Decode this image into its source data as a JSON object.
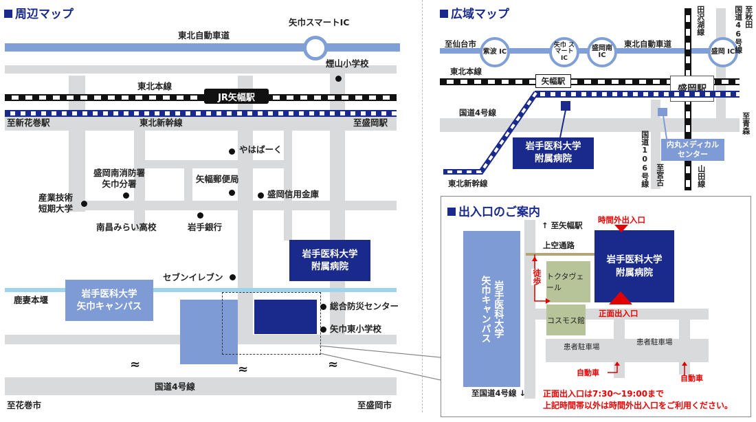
{
  "nearby": {
    "title": "周辺マップ",
    "expressway": "東北自動車道",
    "smart_ic": "矢巾スマートIC",
    "school_kemuriyama": "煙山小学校",
    "tohoku_line": "東北本線",
    "station": "JR矢幅駅",
    "shinkansen": "東北新幹線",
    "to_shinhanamaki": "至新花巻駅",
    "to_morioka_sta": "至盛岡駅",
    "yahapark": "やはぱーく",
    "fire_station": "盛岡南消防署\n矢巾分署",
    "post_office": "矢幅郵便局",
    "shinkin": "盛岡信用金庫",
    "tech_college": "産業技術\n短期大学",
    "nansho_hs": "南昌みらい高校",
    "iwate_bank": "岩手銀行",
    "seven_eleven": "セブンイレブン",
    "hospital": "岩手医科大学\n附属病院",
    "campus": "岩手医科大学\n矢巾キャンパス",
    "river": "鹿妻本堰",
    "disaster_center": "総合防災センター",
    "yahaba_east_es": "矢巾東小学校",
    "route4": "国道4号線",
    "to_hanamaki": "至花巻市",
    "to_morioka_city": "至盛岡市",
    "wave": "≈"
  },
  "wide": {
    "title": "広域マップ",
    "to_sendai": "至仙台市",
    "shiwa_ic": "紫波\nIC",
    "yahaba_smart_ic": "矢巾\nスマート\nIC",
    "moriokaminami_ic": "盛岡南\nIC",
    "morioka_ic": "盛岡\nIC",
    "expressway": "東北自動車道",
    "tazawako_line": "田沢湖線",
    "to_akita": "至秋田",
    "route46": "国道46号線",
    "tohoku_line": "東北本線",
    "yahaba_sta": "矢幅駅",
    "morioka_sta": "盛岡駅",
    "route4": "国道4号線",
    "to_aomori": "至青森",
    "hospital": "岩手医科大学\n附属病院",
    "uchimaru": "内丸メディカル\nセンター",
    "route106": "国道106号線",
    "to_miyako": "至宮古",
    "yamada_line": "山田線",
    "shinkansen": "東北新幹線"
  },
  "entrance": {
    "title": "出入口のご案内",
    "to_yahaba": "↑ 至矢幅駅",
    "after_hours": "時間外出入口",
    "skyway": "上空通路",
    "hospital": "岩手医科大学\n附属病院",
    "walk": "徒歩",
    "tokutavale": "トクタヴェール",
    "cosmos": "コスモス館",
    "main_entrance": "正面出入口",
    "campus": "岩手医科大学\n矢巾キャンパス",
    "parking1": "患者駐車場",
    "parking2": "患者駐車場",
    "car1": "自動車",
    "car2": "自動車",
    "to_route4": "至国道4号線 ↓",
    "note1": "正面出入口は7:30〜19:00まで",
    "note2": "上記時間帯以外は時間外出入口をご利用ください。"
  },
  "colors": {
    "navy": "#1a2a8c",
    "highway": "#7f9fd6",
    "road": "#d9dadb",
    "river": "#9fd3ee",
    "red": "#e00000"
  }
}
